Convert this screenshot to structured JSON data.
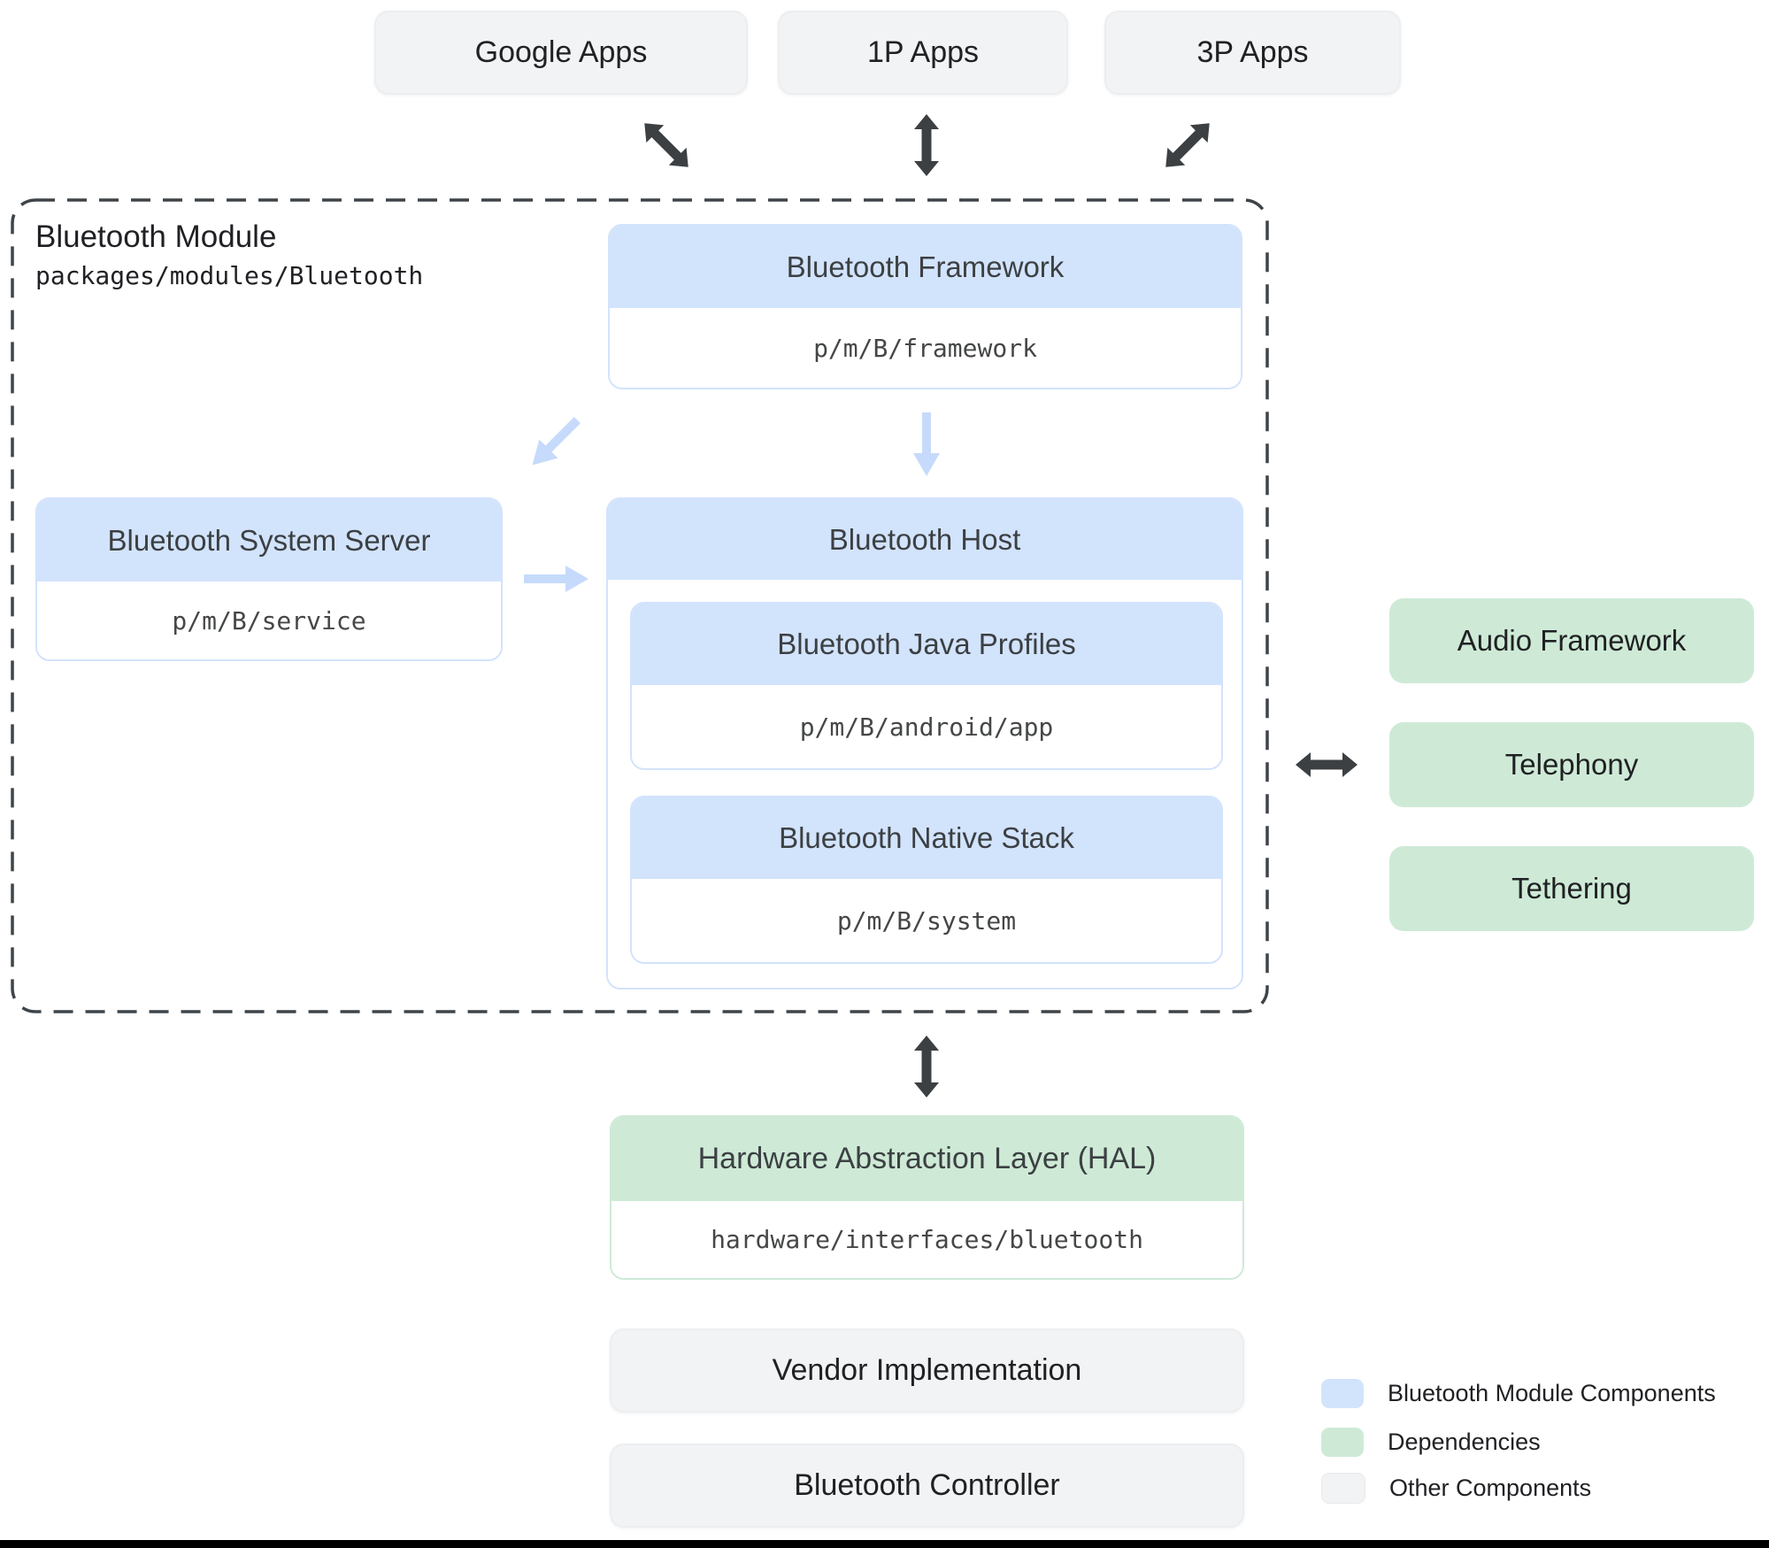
{
  "top_apps": [
    {
      "label": "Google Apps"
    },
    {
      "label": "1P Apps"
    },
    {
      "label": "3P Apps"
    }
  ],
  "module": {
    "title": "Bluetooth Module",
    "path": "packages/modules/Bluetooth",
    "framework": {
      "title": "Bluetooth Framework",
      "path": "p/m/B/framework"
    },
    "system_server": {
      "title": "Bluetooth System Server",
      "path": "p/m/B/service"
    },
    "host": {
      "title": "Bluetooth Host",
      "java_profiles": {
        "title": "Bluetooth Java Profiles",
        "path": "p/m/B/android/app"
      },
      "native_stack": {
        "title": "Bluetooth Native Stack",
        "path": "p/m/B/system"
      }
    }
  },
  "dependencies": [
    {
      "label": "Audio Framework"
    },
    {
      "label": "Telephony"
    },
    {
      "label": "Tethering"
    }
  ],
  "hal": {
    "title": "Hardware Abstraction Layer (HAL)",
    "path": "hardware/interfaces/bluetooth"
  },
  "bottom_boxes": [
    {
      "label": "Vendor Implementation"
    },
    {
      "label": "Bluetooth Controller"
    }
  ],
  "legend": [
    {
      "label": "Bluetooth Module Components",
      "color": "#d2e3fc"
    },
    {
      "label": "Dependencies",
      "color": "#ceead6"
    },
    {
      "label": "Other Components",
      "color": "#f1f3f4"
    }
  ],
  "colors": {
    "module_component_fill": "#d2e3fc",
    "dependency_fill": "#ceead6",
    "other_fill": "#f1f3f4",
    "dark_arrow": "#3c4043",
    "light_arrow": "#c6dafc",
    "dashed_border": "#3f4449",
    "header_text": "#3c4043",
    "mono_text": "#444746",
    "label_text": "#202124"
  }
}
